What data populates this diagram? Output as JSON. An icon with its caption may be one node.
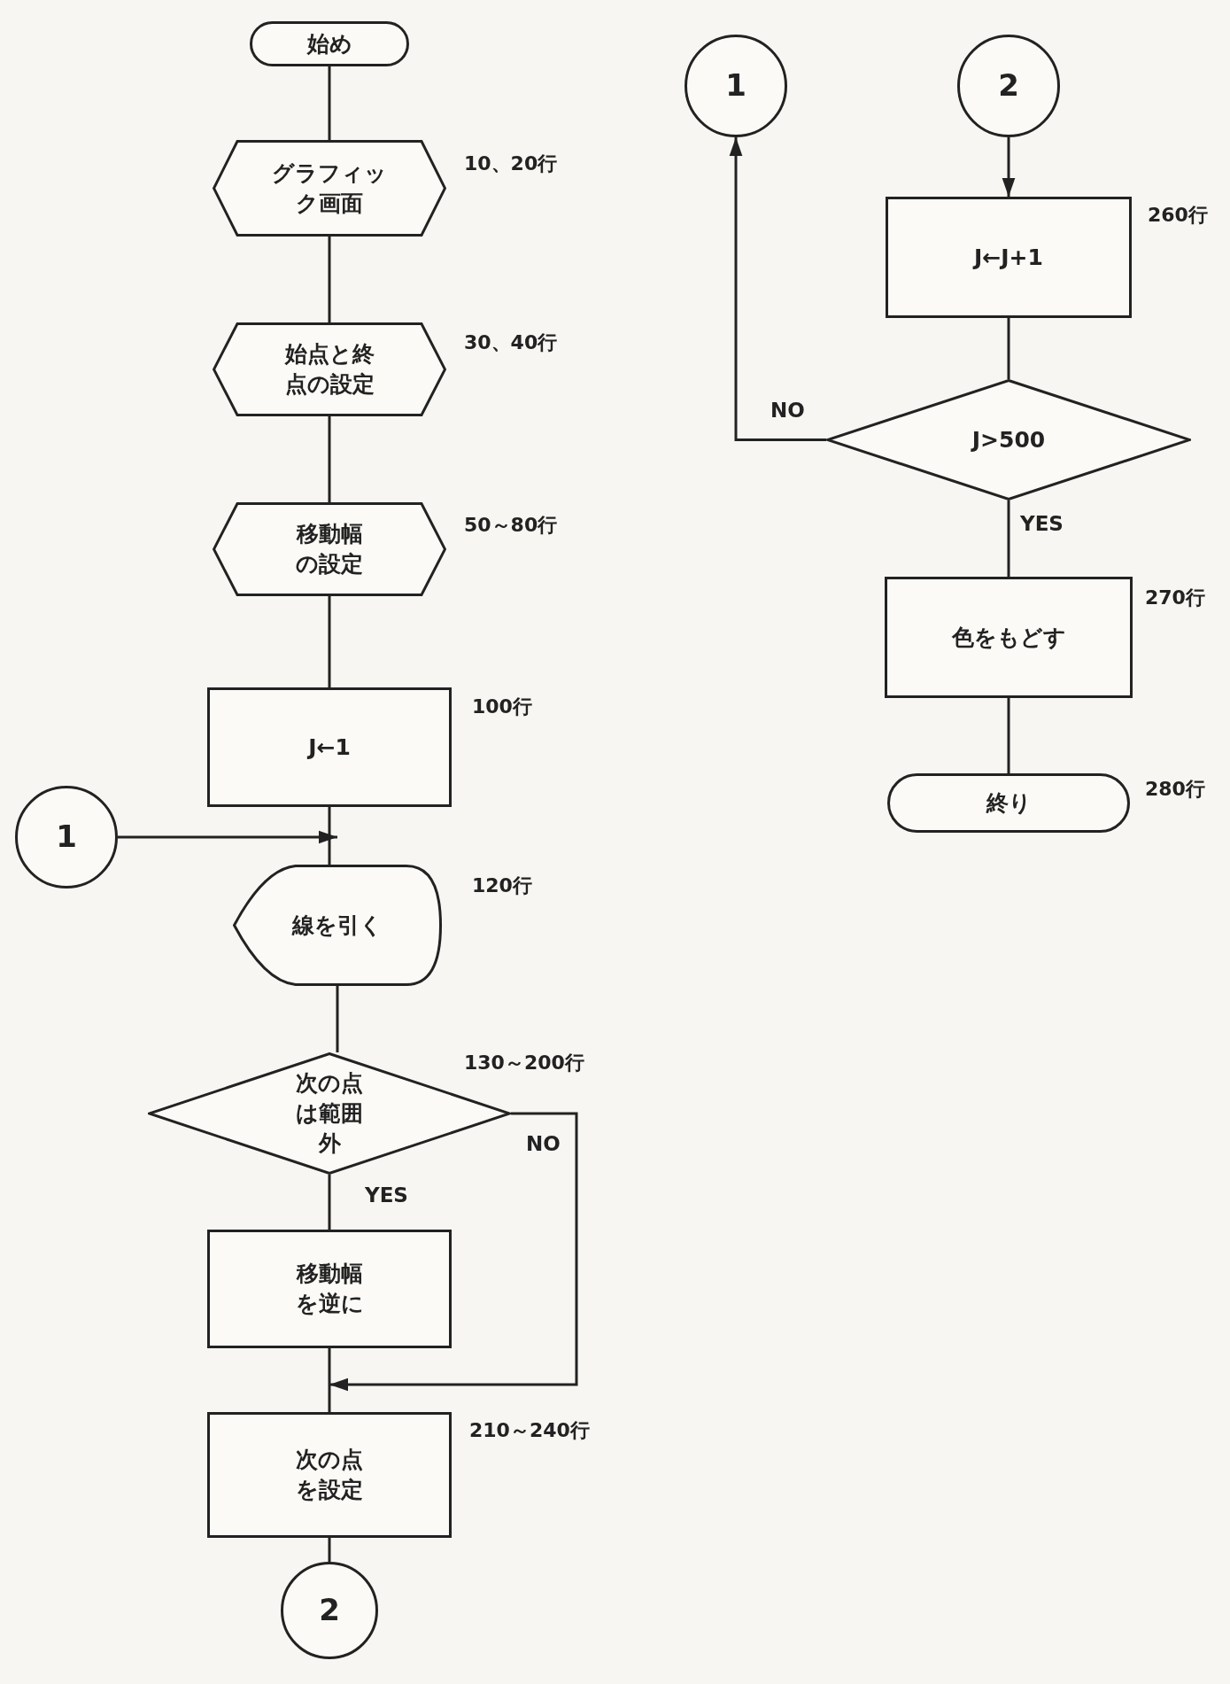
{
  "diagram": {
    "nodes": [
      {
        "text": [
          "始め"
        ]
      },
      {
        "text": [
          "グラフィック画面"
        ],
        "beside": [
          "10、20行"
        ]
      },
      {
        "text": [
          "始点と終点の設定"
        ],
        "beside": [
          "30、40行"
        ]
      },
      {
        "text": [
          "移動幅の設定"
        ],
        "beside": [
          "50～80行"
        ]
      },
      {
        "text": [
          "J←1"
        ],
        "beside": [
          "100行"
        ]
      },
      {
        "text": [
          "1"
        ]
      },
      {
        "text": [
          "線を引く"
        ],
        "beside": [
          "120行"
        ]
      },
      {
        "text": [
          "次の点は範囲外"
        ],
        "beside": [
          "130～200行"
        ]
      },
      {
        "text": [
          "移動幅を逆に"
        ]
      },
      {
        "text": [
          "次の点を設定"
        ],
        "beside": [
          "210～240行"
        ]
      },
      {
        "text": [
          "2"
        ]
      },
      {
        "text": [
          "1"
        ]
      },
      {
        "text": [
          "2"
        ]
      },
      {
        "text": [
          "J←J+1"
        ],
        "beside": [
          "260行"
        ]
      },
      {
        "text": [
          "J>500"
        ]
      },
      {
        "text": [
          "色をもどす"
        ],
        "beside": [
          "270行"
        ]
      },
      {
        "text": [
          "終り"
        ],
        "beside": [
          "280行"
        ]
      }
    ],
    "edges": [
      {
        "from": 0,
        "to": 1,
        "arrow": "none"
      },
      {
        "from": 1,
        "to": 2,
        "arrow": "none"
      },
      {
        "from": 2,
        "to": 3,
        "arrow": "none"
      },
      {
        "from": 3,
        "to": 4,
        "arrow": "none"
      },
      {
        "from": 4,
        "to": 6,
        "arrow": "none"
      },
      {
        "from": 5,
        "to": 6,
        "arrow": "to"
      },
      {
        "from": 6,
        "to": 7,
        "arrow": "none"
      },
      {
        "from": 7,
        "to": 8,
        "arrow": "none",
        "label": "YES"
      },
      {
        "from": 7,
        "to": 9,
        "arrow": "to",
        "label": "NO"
      },
      {
        "from": 8,
        "to": 9,
        "arrow": "none"
      },
      {
        "from": 9,
        "to": 10,
        "arrow": "none"
      },
      {
        "from": 14,
        "to": 11,
        "arrow": "to",
        "label": "NO"
      },
      {
        "from": 12,
        "to": 13,
        "arrow": "to"
      },
      {
        "from": 13,
        "to": 14,
        "arrow": "none"
      },
      {
        "from": 14,
        "to": 15,
        "arrow": "none",
        "label": "YES"
      },
      {
        "from": 15,
        "to": 16,
        "arrow": "none"
      }
    ]
  }
}
